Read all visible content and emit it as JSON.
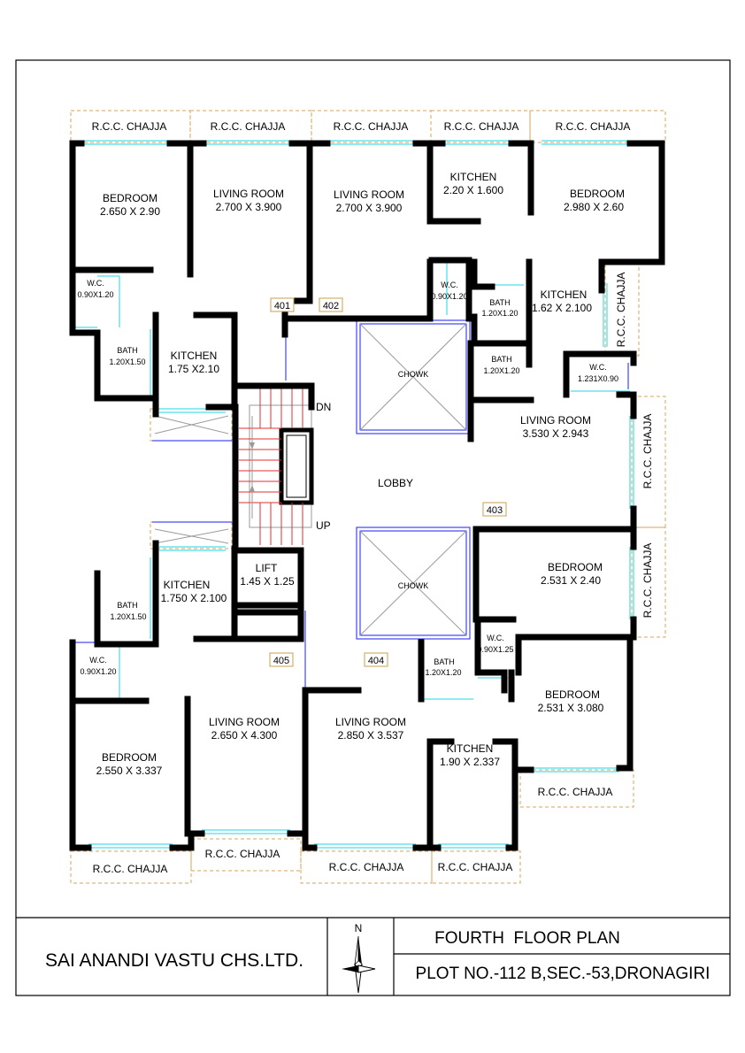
{
  "rooms": {
    "f401_bedroom": {
      "name": "BEDROOM",
      "size": "2.650 X 2.90"
    },
    "f401_living": {
      "name": "LIVING ROOM",
      "size": "2.700 X 3.900"
    },
    "f401_wc": {
      "name": "W.C.",
      "size": "0.90X1.20"
    },
    "f401_bath": {
      "name": "BATH",
      "size": "1.20X1.50"
    },
    "f401_kitchen": {
      "name": "KITCHEN",
      "size": "1.75 X2.10"
    },
    "f402_living": {
      "name": "LIVING ROOM",
      "size": "2.700 X 3.900"
    },
    "f402_kitchen": {
      "name": "KITCHEN",
      "size": "2.20 X 1.600"
    },
    "f402_bedroom": {
      "name": "BEDROOM",
      "size": "2.980 X 2.60"
    },
    "f402_wc": {
      "name": "W.C.",
      "size": "0.90X1.20"
    },
    "f402_bath1": {
      "name": "BATH",
      "size": "1.20X1.20"
    },
    "f402_bath2": {
      "name": "BATH",
      "size": "1.20X1.20"
    },
    "f403_kitchen": {
      "name": "KITCHEN",
      "size": "1.62 X 2.100"
    },
    "f403_wc": {
      "name": "W.C.",
      "size": "1.231X0.90"
    },
    "f403_living": {
      "name": "LIVING ROOM",
      "size": "3.530 X 2.943"
    },
    "f403_bedroom": {
      "name": "BEDROOM",
      "size": "2.531 X 2.40"
    },
    "f404_wc": {
      "name": "W.C.",
      "size": "0.90X1.25"
    },
    "f404_bath": {
      "name": "BATH",
      "size": "1.20X1.20"
    },
    "f404_bedroom": {
      "name": "BEDROOM",
      "size": "2.531 X 3.080"
    },
    "f404_living": {
      "name": "LIVING ROOM",
      "size": "2.850 X 3.537"
    },
    "f404_kitchen": {
      "name": "KITCHEN",
      "size": "1.90 X 2.337"
    },
    "f405_bath": {
      "name": "BATH",
      "size": "1.20X1.50"
    },
    "f405_kitchen": {
      "name": "KITCHEN",
      "size": "1.750 X 2.100"
    },
    "f405_wc": {
      "name": "W.C.",
      "size": "0.90X1.20"
    },
    "f405_bedroom": {
      "name": "BEDROOM",
      "size": "2.550 X 3.337"
    },
    "f405_living": {
      "name": "LIVING ROOM",
      "size": "2.650 X 4.300"
    },
    "lift": {
      "name": "LIFT",
      "size": "1.45 X 1.25"
    }
  },
  "common": {
    "lobby": "LOBBY",
    "chowk_top": "CHOWK",
    "chowk_bottom": "CHOWK",
    "stair_dn": "DN",
    "stair_up": "UP",
    "chajja": "R.C.C. CHAJJA"
  },
  "flats": {
    "f401": "401",
    "f402": "402",
    "f403": "403",
    "f404": "404",
    "f405": "405"
  },
  "title_block": {
    "society": "SAI ANANDI VASTU CHS.LTD.",
    "north": "N",
    "plan_title": "FOURTH  FLOOR PLAN",
    "plot": "PLOT NO.-112 B,SEC.-53,DRONAGIRI"
  },
  "colors": {
    "wall": "#000000",
    "chajja": "#d9a55a",
    "window": "#22d6e6",
    "outline": "#1c1cf0",
    "stair": "#e03030"
  }
}
